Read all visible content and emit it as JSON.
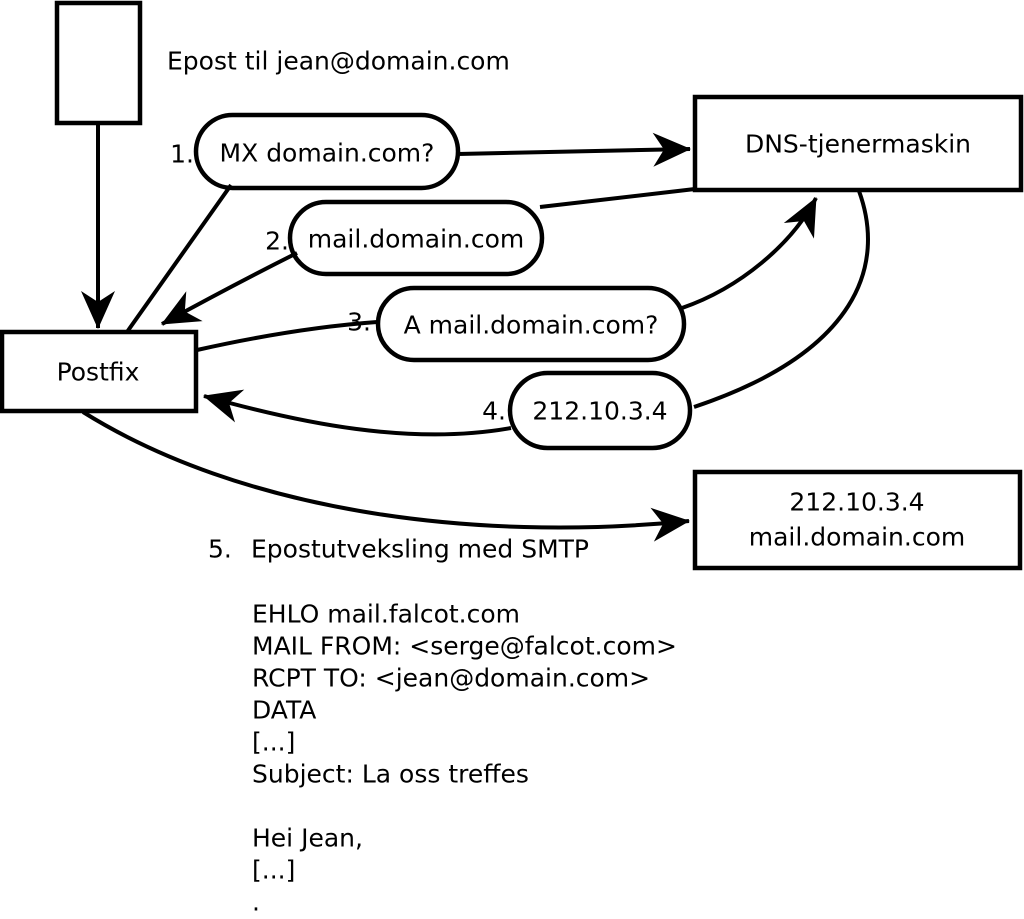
{
  "title": "Epost til jean@domain.com",
  "colors": {
    "stroke": "#000000",
    "shape_fill": "#ffffff",
    "background": "#ffffff"
  },
  "nodes": {
    "postfix": {
      "label": "Postfix"
    },
    "dns": {
      "label": "DNS-tjenermaskin"
    },
    "destination": {
      "line1": "212.10.3.4",
      "line2": "mail.domain.com"
    }
  },
  "steps": [
    {
      "number": "1.",
      "label": "MX domain.com?"
    },
    {
      "number": "2.",
      "label": "mail.domain.com"
    },
    {
      "number": "3.",
      "label": "A mail.domain.com?"
    },
    {
      "number": "4.",
      "label": "212.10.3.4"
    },
    {
      "number": "5.",
      "label": "Epostutveksling med SMTP"
    }
  ],
  "smtp_session": {
    "lines": [
      "EHLO mail.falcot.com",
      "MAIL FROM: <serge@falcot.com>",
      "RCPT TO: <jean@domain.com>",
      "DATA",
      "[...]",
      "Subject: La oss treffes",
      "",
      "Hei Jean,",
      "[...]",
      "."
    ]
  }
}
